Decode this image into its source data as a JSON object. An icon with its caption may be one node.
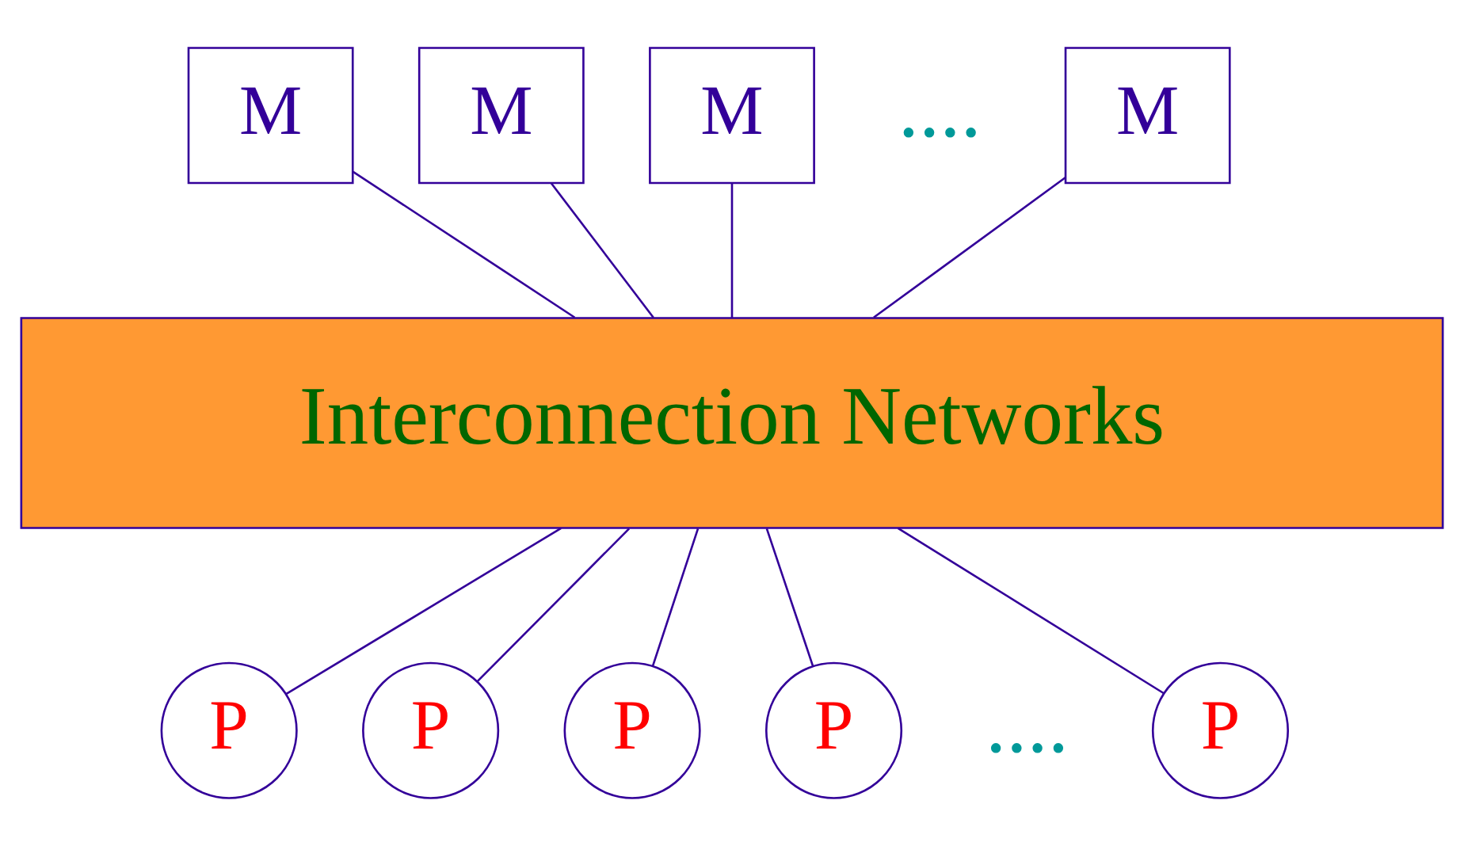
{
  "diagram": {
    "nodes": [
      {
        "text": [
          "M"
        ]
      },
      {
        "text": [
          "M"
        ]
      },
      {
        "text": [
          "M"
        ]
      },
      {
        "text": [
          "M"
        ]
      },
      {
        "text": [
          "Interconnection Networks"
        ]
      },
      {
        "text": [
          "P"
        ]
      },
      {
        "text": [
          "P"
        ]
      },
      {
        "text": [
          "P"
        ]
      },
      {
        "text": [
          "P"
        ]
      },
      {
        "text": [
          "P"
        ]
      }
    ],
    "edges": [
      {
        "from": 0,
        "to": 4,
        "arrow": "none"
      },
      {
        "from": 1,
        "to": 4,
        "arrow": "none"
      },
      {
        "from": 2,
        "to": 4,
        "arrow": "none"
      },
      {
        "from": 3,
        "to": 4,
        "arrow": "none"
      },
      {
        "from": 4,
        "to": 5,
        "arrow": "none"
      },
      {
        "from": 4,
        "to": 6,
        "arrow": "none"
      },
      {
        "from": 4,
        "to": 7,
        "arrow": "none"
      },
      {
        "from": 4,
        "to": 8,
        "arrow": "none"
      },
      {
        "from": 4,
        "to": 9,
        "arrow": "none"
      }
    ],
    "labels": [
      "....",
      "...."
    ]
  }
}
